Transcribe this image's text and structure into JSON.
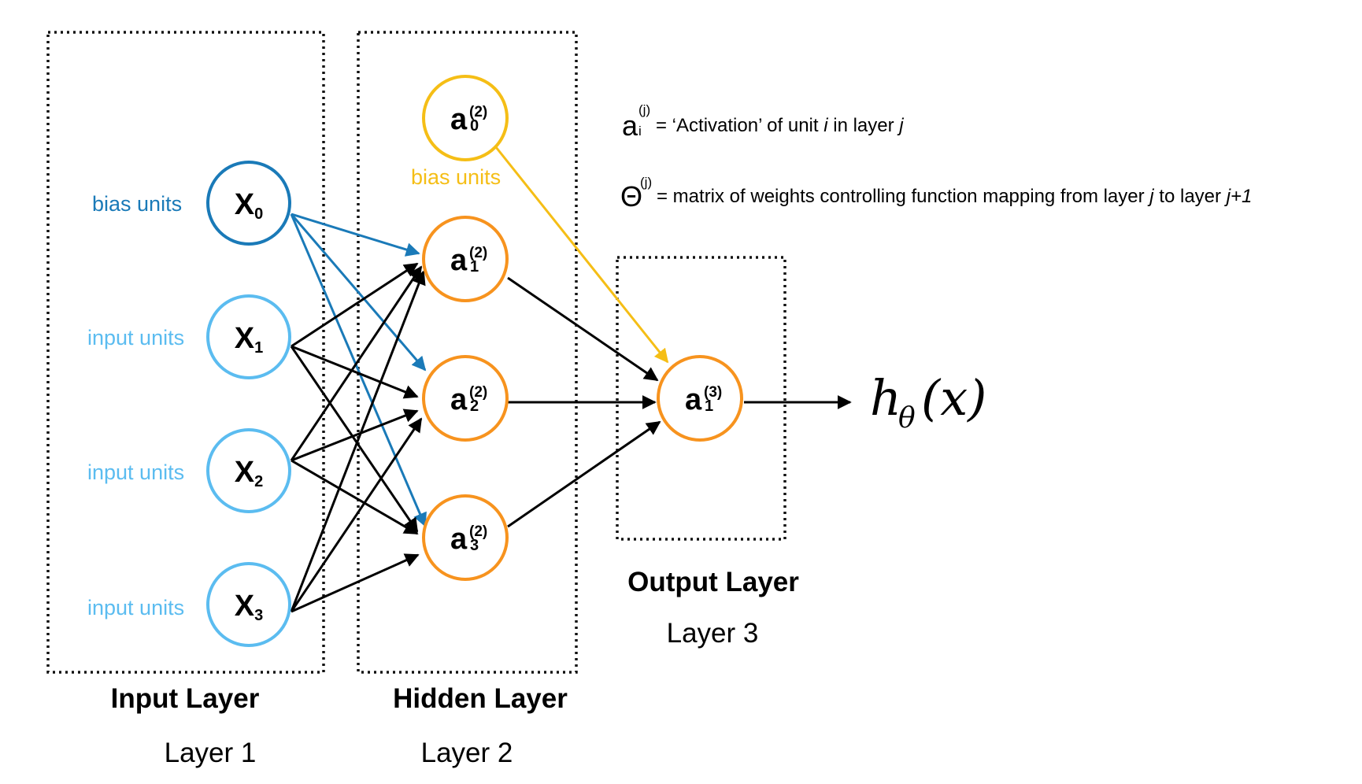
{
  "layers": {
    "input": {
      "title": "Input Layer",
      "subtitle": "Layer 1"
    },
    "hidden": {
      "title": "Hidden Layer",
      "subtitle": "Layer 2"
    },
    "output": {
      "title": "Output Layer",
      "subtitle": "Layer 3"
    }
  },
  "input_labels": {
    "bias": "bias units",
    "input1": "input units",
    "input2": "input units",
    "input3": "input units"
  },
  "hidden_bias_label": "bias units",
  "nodes": {
    "x0": {
      "main": "X",
      "sub": "0"
    },
    "x1": {
      "main": "X",
      "sub": "1"
    },
    "x2": {
      "main": "X",
      "sub": "2"
    },
    "x3": {
      "main": "X",
      "sub": "3"
    },
    "a0": {
      "main": "a",
      "sup": "(2)",
      "sub": "0"
    },
    "a1": {
      "main": "a",
      "sup": "(2)",
      "sub": "1"
    },
    "a2": {
      "main": "a",
      "sup": "(2)",
      "sub": "2"
    },
    "a3": {
      "main": "a",
      "sup": "(2)",
      "sub": "3"
    },
    "out": {
      "main": "a",
      "sup": "(3)",
      "sub": "1"
    }
  },
  "legend": {
    "activation": {
      "symbol": "a",
      "sup": "(j)",
      "sub": "i",
      "text_before": "= ‘Activation’ of  unit ",
      "text_i": "i",
      "text_mid": " in layer ",
      "text_j": "j"
    },
    "theta": {
      "symbol": "Θ",
      "sup": "(j)",
      "text_before": "= matrix of weights controlling function mapping from layer ",
      "text_j": "j",
      "text_mid": " to layer ",
      "text_j1": "j+1"
    }
  },
  "output_expression": {
    "h": "h",
    "sub": "θ",
    "arg": "(x)"
  },
  "colors": {
    "bias_input": "#1a7ab8",
    "input": "#5bbcf0",
    "hidden_bias": "#f5be16",
    "hidden": "#f7931e",
    "edge": "#000000"
  }
}
